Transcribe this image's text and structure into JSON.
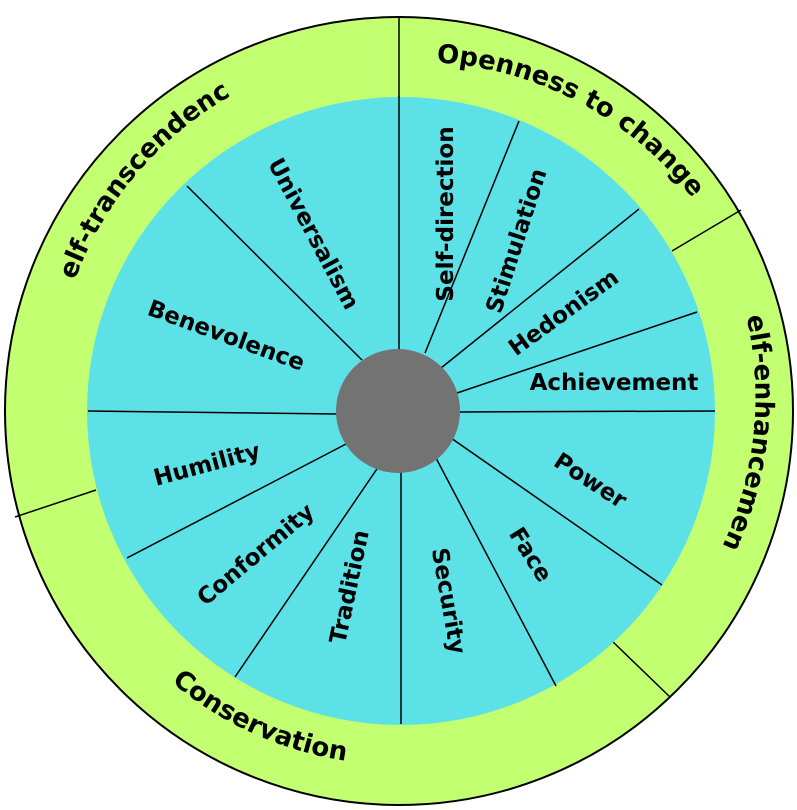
{
  "colors": {
    "outer_ring": "#c2ff71",
    "inner_disc": "#5ce1e6",
    "hub": "#737373",
    "lines": "#000000",
    "text": "#000000"
  },
  "outer_ring": [
    {
      "label": "Openness to change"
    },
    {
      "label": "Self-enhancement"
    },
    {
      "label": "Conservation"
    },
    {
      "label": "Self-transcendence"
    }
  ],
  "inner_segments": [
    {
      "label": "Self-direction"
    },
    {
      "label": "Stimulation"
    },
    {
      "label": "Hedonism"
    },
    {
      "label": "Achievement"
    },
    {
      "label": "Power"
    },
    {
      "label": "Face"
    },
    {
      "label": "Security"
    },
    {
      "label": "Tradition"
    },
    {
      "label": "Conformity"
    },
    {
      "label": "Humility"
    },
    {
      "label": "Benevolence"
    },
    {
      "label": "Universalism"
    }
  ]
}
